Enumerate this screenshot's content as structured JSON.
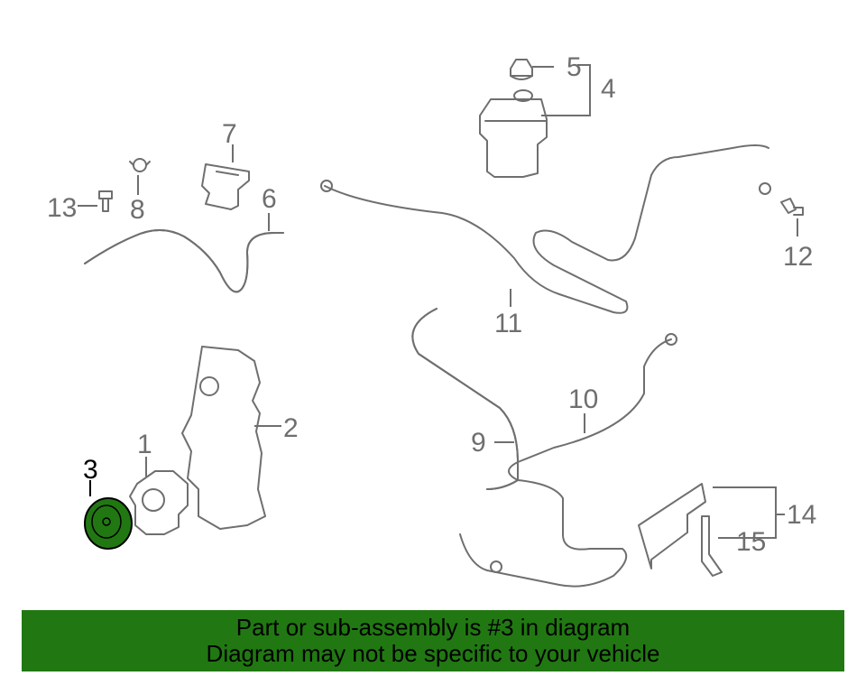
{
  "diagram": {
    "labels": [
      {
        "id": "1",
        "text": "1"
      },
      {
        "id": "2",
        "text": "2"
      },
      {
        "id": "3",
        "text": "3"
      },
      {
        "id": "4",
        "text": "4"
      },
      {
        "id": "5",
        "text": "5"
      },
      {
        "id": "6",
        "text": "6"
      },
      {
        "id": "7",
        "text": "7"
      },
      {
        "id": "8",
        "text": "8"
      },
      {
        "id": "9",
        "text": "9"
      },
      {
        "id": "10",
        "text": "10"
      },
      {
        "id": "11",
        "text": "11"
      },
      {
        "id": "12",
        "text": "12"
      },
      {
        "id": "13",
        "text": "13"
      },
      {
        "id": "14",
        "text": "14"
      },
      {
        "id": "15",
        "text": "15"
      }
    ],
    "highlighted_part": "3",
    "colors": {
      "line": "#6f6f6f",
      "highlight_fill": "#217812",
      "highlight_label": "#000000"
    }
  },
  "banner": {
    "line1": "Part or sub-assembly is #3 in diagram",
    "line2": "Diagram may not be specific to your vehicle",
    "background": "#217812"
  }
}
